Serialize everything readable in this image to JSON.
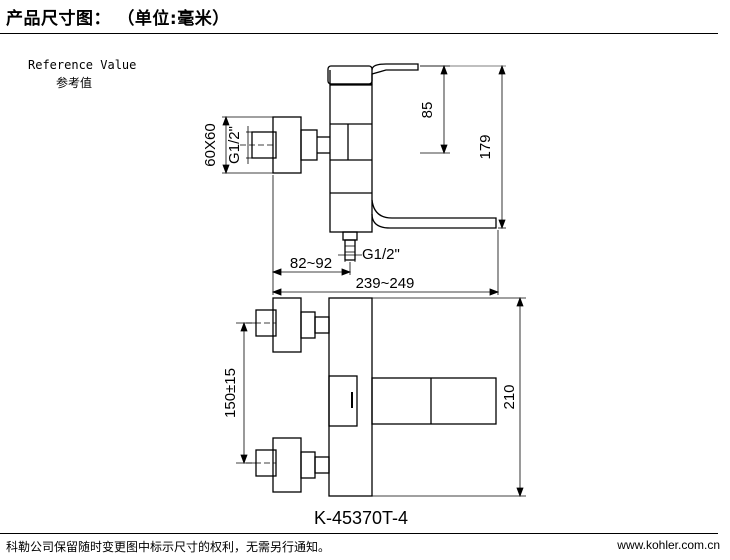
{
  "header": {
    "title": "产品尺寸图： （单位:毫米）"
  },
  "reference": {
    "label_en": "Reference Value",
    "label_cn": "参考值"
  },
  "dimensions": {
    "handle_height": "85",
    "total_height": "179",
    "flange": "60X60",
    "inlet_thread": "G1/2\"",
    "outlet_thread": "G1/2\"",
    "reach_inner": "82~92",
    "reach_total": "239~249",
    "center_distance": "150±15",
    "front_height": "210"
  },
  "model": {
    "number": "K-45370T-4"
  },
  "footer": {
    "note": "科勒公司保留随时变更图中标示尺寸的权利，无需另行通知。",
    "website": "www.kohler.com.cn"
  }
}
